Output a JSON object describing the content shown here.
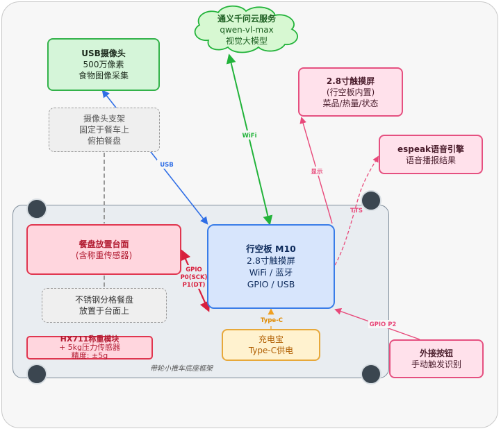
{
  "cloud": {
    "title": "通义千问云服务",
    "model": "qwen-vl-max",
    "desc": "视觉大模型"
  },
  "usb_camera": {
    "title": "USB摄像头",
    "line1": "500万像素",
    "line2": "食物图像采集"
  },
  "camera_stand": {
    "line1": "摄像头支架",
    "line2": "固定于餐车上",
    "line3": "俯拍餐盘"
  },
  "screen": {
    "title": "2.8寸触摸屏",
    "line1": "(行空板内置)",
    "line2": "菜品/热量/状态"
  },
  "espeak": {
    "title": "espeak语音引擎",
    "line1": "语音播报结果"
  },
  "platform": {
    "title": "餐盘放置台面",
    "line1": "(含称重传感器)"
  },
  "tray": {
    "line1": "不锈钢分格餐盘",
    "line2": "放置于台面上"
  },
  "hx711": {
    "title": "HX711称重模块",
    "line1": "+ 5kg压力传感器",
    "line2": "精度: ±5g"
  },
  "m10": {
    "title": "行空板 M10",
    "line1": "2.8寸触摸屏",
    "line2": "WiFi / 蓝牙",
    "line3": "GPIO / USB"
  },
  "power": {
    "title": "充电宝",
    "line1": "Type-C供电"
  },
  "button": {
    "title": "外接按钮",
    "line1": "手动触发识别"
  },
  "chassis": {
    "label": "带轮小推车底座框架"
  },
  "links": {
    "usb": "USB",
    "wifi": "WiFi",
    "display": "显示",
    "tts": "TTS",
    "gpio_hx1": "GPIO",
    "gpio_hx2": "P0(SCK)",
    "gpio_hx3": "P1(DT)",
    "typec": "Type-C",
    "gpio_btn": "GPIO P2"
  },
  "colors": {
    "usb": "#2f6ee6",
    "wifi": "#22b33a",
    "pink": "#e8497a",
    "red": "#d81f3d",
    "orange": "#f0a020"
  }
}
